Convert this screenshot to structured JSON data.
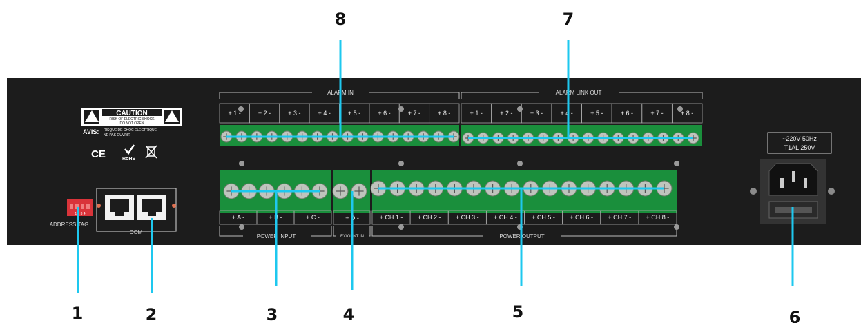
{
  "callouts": {
    "c1": "1",
    "c2": "2",
    "c3": "3",
    "c4": "4",
    "c5": "5",
    "c6": "6",
    "c7": "7",
    "c8": "8"
  },
  "panel": {
    "caution_title": "CAUTION",
    "caution_line1": "RISK OF ELECTRIC SHOCK",
    "caution_line2": "DO NOT OPEN",
    "avis_label": "AVIS:",
    "avis_line1": "RISQUE DE CHOC ELECTRIQUE",
    "avis_line2": "NE PAS OUVRIR",
    "ce_mark": "CE",
    "rohs_mark": "RoHS",
    "address_tag": "ADDRESS TAG",
    "dip_numbers": "1 2 3 4",
    "com_label": "COM",
    "alarm_in": "ALARM IN",
    "alarm_link_out": "ALARM LINK OUT",
    "alarm_in_terms": [
      "+ 1 -",
      "+ 2 -",
      "+ 3 -",
      "+ 4 -",
      "+ 5 -",
      "+ 6 -",
      "+ 7 -",
      "+ 8 -"
    ],
    "alarm_out_terms": [
      "+ 1 -",
      "+ 2 -",
      "+ 3 -",
      "+ 4 -",
      "+ 5 -",
      "+ 6 -",
      "+ 7 -",
      "+ 8 -"
    ],
    "power_input_terms": [
      "+ A -",
      "+ B -",
      "+ C -"
    ],
    "exigent_term": "+ D -",
    "power_output_terms": [
      "+ CH 1 -",
      "+ CH 2 -",
      "+ CH 3 -",
      "+ CH 4 -",
      "+ CH 5 -",
      "+ CH 6 -",
      "+ CH 7 -",
      "+ CH 8 -"
    ],
    "power_input": "POWER INPUT",
    "exigent_in": "EXIGENT IN",
    "power_output": "POWER OUTPUT",
    "rating_line1": "~220V 50Hz",
    "rating_line2": "T1AL 250V"
  },
  "colors": {
    "panel": "#1c1c1c",
    "terminal_green": "#1a8f3c",
    "screw": "#bfc4bd",
    "callout_line": "#1ec8ef"
  }
}
